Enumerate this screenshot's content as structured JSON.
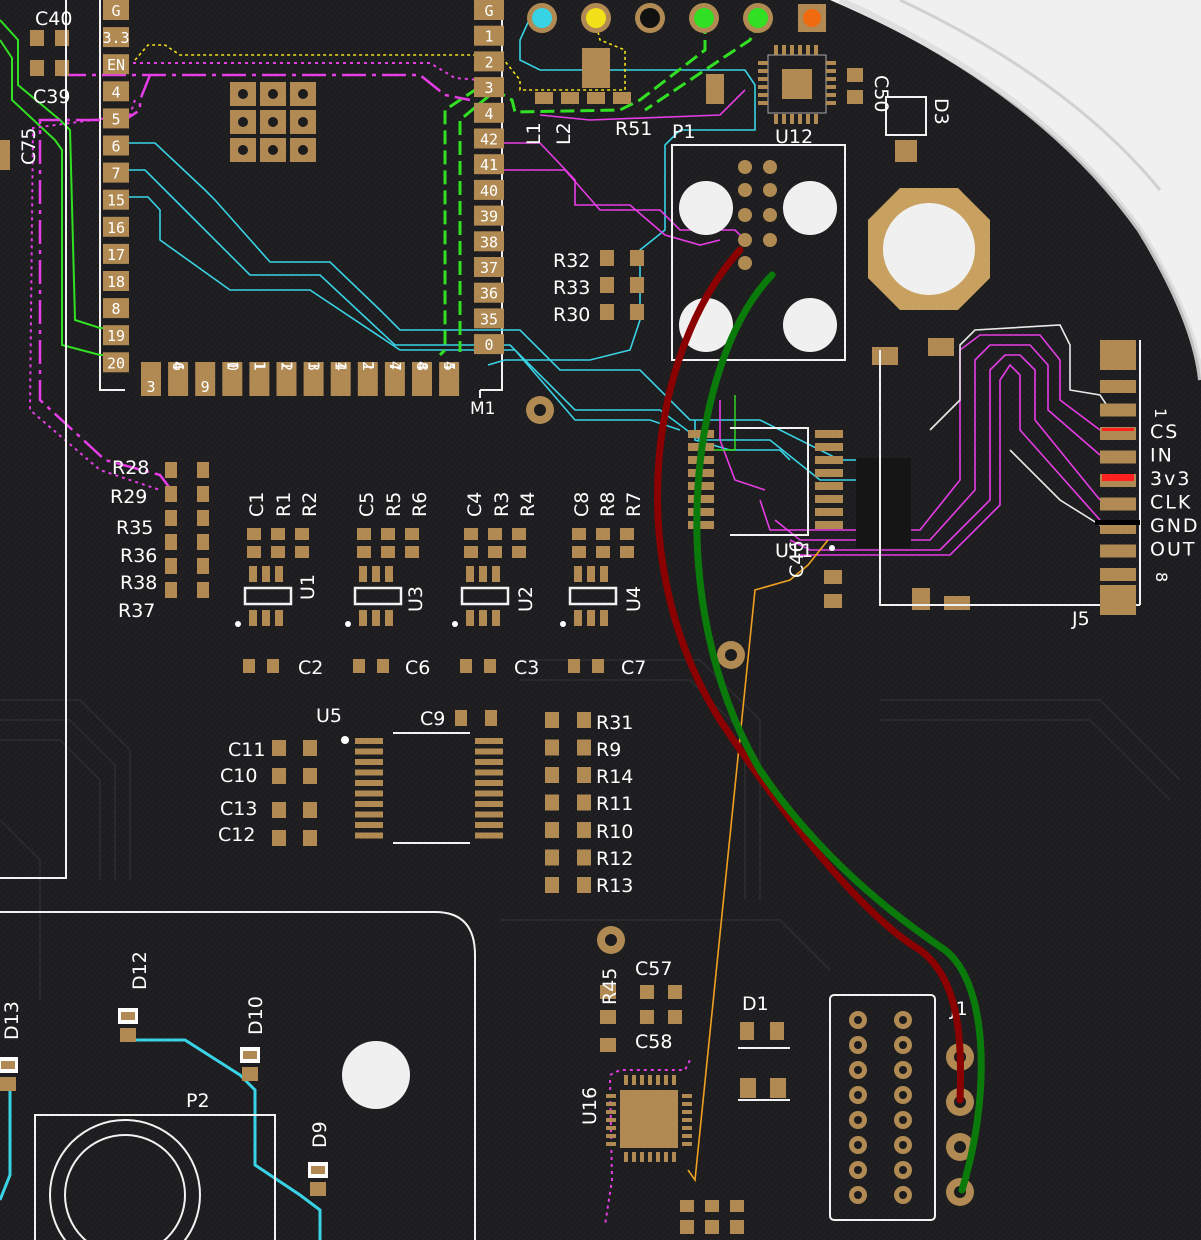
{
  "colors": {
    "board": "#1c1c1e",
    "copper": "#b08a52",
    "silk": "#f2f2f2",
    "trace_cyan": "#39d3e6",
    "trace_green": "#31e022",
    "trace_magenta": "#e63de6",
    "trace_yellow": "#f2e01a",
    "trace_orange": "#f0a020",
    "wire_red": "#8b0000",
    "wire_green": "#0a7a0a",
    "edge_cut": "#dcdcdc"
  },
  "m1": {
    "designator": "M1",
    "left_pins": [
      {
        "label": "G",
        "color": "#ffffff"
      },
      {
        "label": "3.3",
        "color": "#ff3030"
      },
      {
        "label": "EN",
        "color": "#f2e01a"
      },
      {
        "label": "4",
        "color": "#e63de6"
      },
      {
        "label": "5",
        "color": "#e63de6"
      },
      {
        "label": "6",
        "color": "#ffffff"
      },
      {
        "label": "7",
        "color": "#ffffff"
      },
      {
        "label": "15",
        "color": "#ffffff"
      },
      {
        "label": "16",
        "color": "#ffffff"
      },
      {
        "label": "17",
        "color": "#ffffff"
      },
      {
        "label": "18",
        "color": "#ffffff"
      },
      {
        "label": "8",
        "color": "#ffffff"
      },
      {
        "label": "19",
        "color": "#ffffff"
      },
      {
        "label": "20",
        "color": "#ffffff"
      }
    ],
    "right_pins": [
      {
        "label": "G",
        "color": "#ffffff"
      },
      {
        "label": "1",
        "color": "#ffffff"
      },
      {
        "label": "2",
        "color": "#ffffff"
      },
      {
        "label": "3",
        "color": "#31e022"
      },
      {
        "label": "4",
        "color": "#ffffff"
      },
      {
        "label": "42",
        "color": "#ffffff"
      },
      {
        "label": "41",
        "color": "#ffffff"
      },
      {
        "label": "40",
        "color": "#ffffff"
      },
      {
        "label": "39",
        "color": "#ffffff"
      },
      {
        "label": "38",
        "color": "#ffffff"
      },
      {
        "label": "37",
        "color": "#b08a52"
      },
      {
        "label": "36",
        "color": "#b08a52"
      },
      {
        "label": "35",
        "color": "#39d3e6"
      },
      {
        "label": "0",
        "color": "#39d3e6"
      }
    ],
    "bottom_pins": [
      "3",
      "46",
      "9",
      "10",
      "11",
      "12",
      "13",
      "14",
      "21",
      "47",
      "48",
      "45"
    ]
  },
  "headers": {
    "top_pins": [
      {
        "color": "#39d3e6"
      },
      {
        "color": "#f2e01a"
      },
      {
        "color": "#111111"
      },
      {
        "color": "#31e022"
      },
      {
        "color": "#31e022"
      },
      {
        "color": "#f06a10"
      }
    ]
  },
  "j5": {
    "designator": "J5",
    "pin_labels": [
      "CS",
      "IN",
      "3v3",
      "CLK",
      "GND",
      "OUT"
    ],
    "pin_one_mark": "1",
    "pin_last_mark": "8"
  },
  "designators": [
    {
      "text": "C40"
    },
    {
      "text": "C39"
    },
    {
      "text": "C75"
    },
    {
      "text": "R28"
    },
    {
      "text": "R29"
    },
    {
      "text": "R35"
    },
    {
      "text": "R36"
    },
    {
      "text": "R38"
    },
    {
      "text": "R37"
    },
    {
      "text": "C1"
    },
    {
      "text": "R1"
    },
    {
      "text": "R2"
    },
    {
      "text": "C5"
    },
    {
      "text": "R5"
    },
    {
      "text": "R6"
    },
    {
      "text": "C4"
    },
    {
      "text": "R3"
    },
    {
      "text": "R4"
    },
    {
      "text": "C8"
    },
    {
      "text": "R8"
    },
    {
      "text": "R7"
    },
    {
      "text": "U1"
    },
    {
      "text": "U3"
    },
    {
      "text": "U2"
    },
    {
      "text": "U4"
    },
    {
      "text": "C2"
    },
    {
      "text": "C6"
    },
    {
      "text": "C3"
    },
    {
      "text": "C7"
    },
    {
      "text": "U5"
    },
    {
      "text": "C9"
    },
    {
      "text": "C11"
    },
    {
      "text": "C10"
    },
    {
      "text": "C13"
    },
    {
      "text": "C12"
    },
    {
      "text": "R31"
    },
    {
      "text": "R9"
    },
    {
      "text": "R14"
    },
    {
      "text": "R11"
    },
    {
      "text": "R10"
    },
    {
      "text": "R12"
    },
    {
      "text": "R13"
    },
    {
      "text": "R32"
    },
    {
      "text": "R33"
    },
    {
      "text": "R30"
    },
    {
      "text": "U12"
    },
    {
      "text": "C50"
    },
    {
      "text": "D3"
    },
    {
      "text": "P1"
    },
    {
      "text": "U11"
    },
    {
      "text": "C46"
    },
    {
      "text": "D12"
    },
    {
      "text": "D13"
    },
    {
      "text": "D10"
    },
    {
      "text": "D9"
    },
    {
      "text": "P2"
    },
    {
      "text": "R45"
    },
    {
      "text": "C57"
    },
    {
      "text": "C58"
    },
    {
      "text": "U16"
    },
    {
      "text": "D1"
    },
    {
      "text": "J1"
    },
    {
      "text": "L1"
    },
    {
      "text": "L2"
    },
    {
      "text": "R51"
    }
  ]
}
